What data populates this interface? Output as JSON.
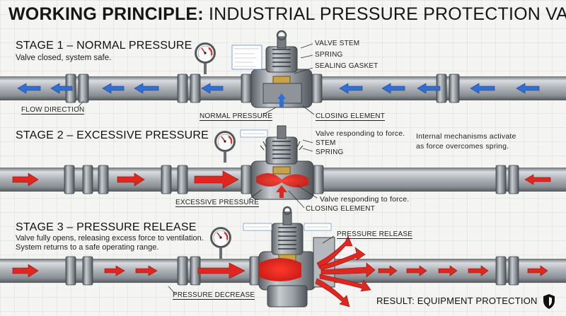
{
  "title": {
    "bold": "WORKING PRINCIPLE:",
    "rest": "INDUSTRIAL PRESSURE PROTECTION VALVE"
  },
  "stage1": {
    "heading": "STAGE 1 – NORMAL PRESSURE",
    "description": "Valve closed, system safe.",
    "labels": {
      "valve_stem": "VALVE STEM",
      "spring": "SPRING",
      "sealing_gasket": "SEALING GASKET",
      "flow_direction": "FLOW DIRECTION",
      "normal_pressure": "NORMAL PRESSURE",
      "closing_element": "CLOSING ELEMENT"
    }
  },
  "stage2": {
    "heading": "STAGE 2 – EXCESSIVE PRESSURE",
    "labels": {
      "responding_top": "Valve responding to force.",
      "stem": "STEM",
      "spring": "SPRING",
      "internal": "Internal mechanisms activate",
      "internal2": "as force overcomes spring.",
      "excessive_pressure": "EXCESSIVE PRESSURE",
      "responding_bottom": "Valve responding to force.",
      "closing_element": "CLOSING ELEMENT"
    }
  },
  "stage3": {
    "heading": "STAGE 3 – PRESSURE RELEASE",
    "description_line1": "Valve fully opens, releasing excess force to ventilation.",
    "description_line2": "System returns to a safe operating range.",
    "labels": {
      "pressure_release": "PRESSURE RELEASE",
      "pressure_decrease": "PRESSURE DECREASE"
    }
  },
  "result": "RESULT: EQUIPMENT PROTECTION",
  "colors": {
    "pipe": "#a8acb0",
    "pipe_dark": "#5e6368",
    "flow_normal": "#2f6fd6",
    "flow_high": "#e0271f",
    "valve": "#8e949a"
  },
  "icons": [
    "pressure-gauge-icon",
    "shield-icon",
    "flow-arrow-icon"
  ]
}
